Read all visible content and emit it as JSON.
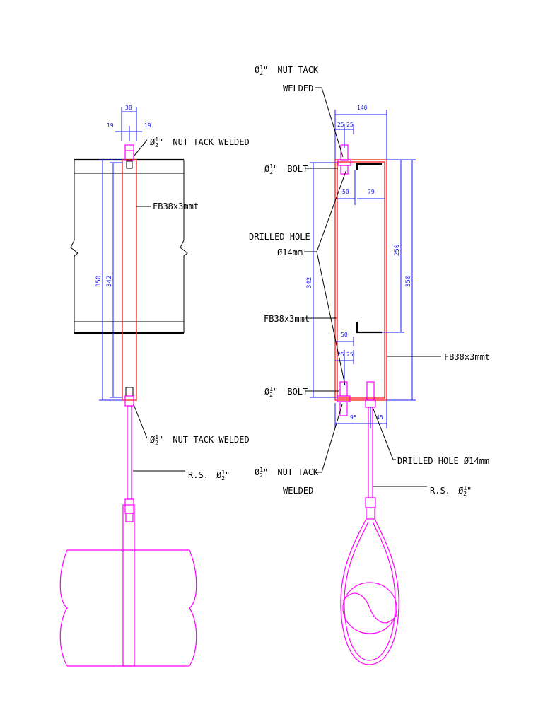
{
  "colors": {
    "dimension": "#1a1aff",
    "flat_bar": "#ff2a2a",
    "hardware": "#ff00ff",
    "outline": "#000000"
  },
  "left_view": {
    "dim_top_total": "38",
    "dim_top_left": "19",
    "dim_top_right": "19",
    "dim_overall": "350",
    "dim_inner": "342",
    "label_nut_top": "NUT TACK WELDED",
    "label_flat_bar": "FB38x3mmt",
    "label_nut_bottom": "NUT TACK WELDED",
    "label_rod": "R.S."
  },
  "right_view": {
    "label_nut_top_line1": "NUT TACK",
    "label_nut_top_line2": "WELDED",
    "dim_width": "140",
    "dim_25a": "25",
    "dim_25b": "25",
    "label_bolt_top": "BOLT",
    "dim_50_top": "50",
    "dim_79": "79",
    "label_drilled_line1": "DRILLED HOLE",
    "label_drilled_line2": "Ø14mm",
    "dim_342": "342",
    "dim_250": "250",
    "dim_350": "350",
    "label_fb_inner": "FB38x3mmt",
    "dim_50_bottom": "50",
    "dim_25c": "25",
    "dim_25d": "25",
    "label_fb_outer": "FB38x3mmt",
    "label_bolt_bottom": "BOLT",
    "dim_95": "95",
    "dim_45": "45",
    "label_nut_bottom_line1": "NUT TACK",
    "label_nut_bottom_line2": "WELDED",
    "label_drilled_hole": "DRILLED HOLE Ø14mm",
    "label_rod": "R.S."
  },
  "symbols": {
    "diameter": "Ø",
    "half_num": "1",
    "half_den": "2",
    "inch_mark": "\""
  }
}
